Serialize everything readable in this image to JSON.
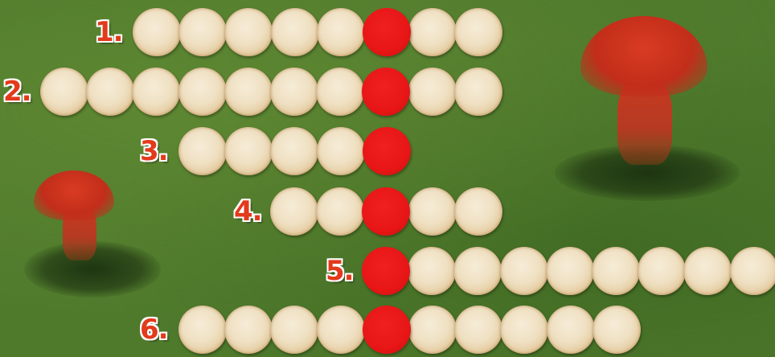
{
  "rows": [
    {
      "label": "1.",
      "beads": [
        "plain",
        "plain",
        "plain",
        "plain",
        "plain",
        "red",
        "plain",
        "plain"
      ]
    },
    {
      "label": "2.",
      "beads": [
        "plain",
        "plain",
        "plain",
        "plain",
        "plain",
        "plain",
        "plain",
        "red",
        "plain",
        "plain"
      ]
    },
    {
      "label": "3.",
      "beads": [
        "plain",
        "plain",
        "plain",
        "plain",
        "red"
      ]
    },
    {
      "label": "4.",
      "beads": [
        "plain",
        "plain",
        "red",
        "plain",
        "plain"
      ]
    },
    {
      "label": "5.",
      "beads": [
        "red",
        "plain",
        "plain",
        "plain",
        "plain",
        "plain",
        "plain",
        "plain",
        "plain"
      ]
    },
    {
      "label": "6.",
      "beads": [
        "plain",
        "plain",
        "plain",
        "plain",
        "red",
        "plain",
        "plain",
        "plain",
        "plain",
        "plain"
      ]
    }
  ],
  "colors": {
    "accent_red": "#e81616",
    "bead": "#efe0c2",
    "background": "#4f7a2c",
    "label": "#e23a1c"
  }
}
